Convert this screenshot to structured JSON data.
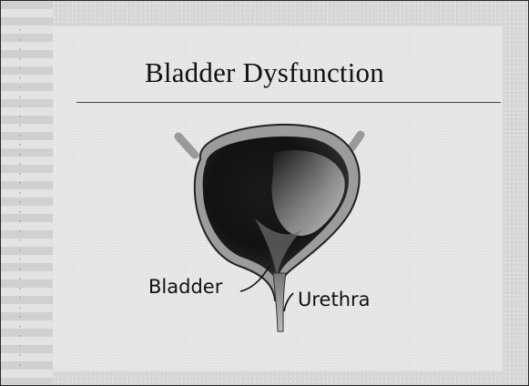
{
  "slide": {
    "title": "Bladder Dysfunction"
  },
  "diagram": {
    "labels": {
      "bladder": "Bladder",
      "urethra": "Urethra"
    }
  },
  "colors": {
    "background": "#d8d8d8",
    "bladder_interior": "#111111",
    "bladder_wall": "#8a8a8a",
    "text": "#111111"
  },
  "icons": [
    "bladder-illustration",
    "pointer-line"
  ]
}
